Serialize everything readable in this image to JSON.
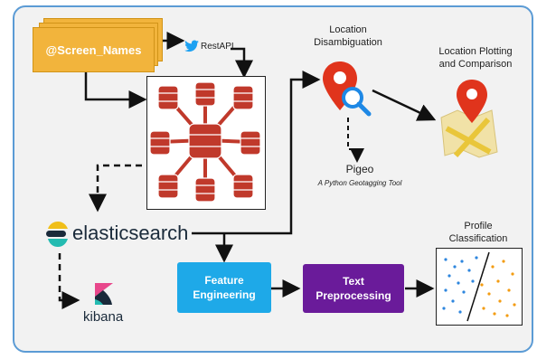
{
  "screen_names": "@Screen_Names",
  "restapi": "RestAPI",
  "location_disambiguation": "Location\nDisambiguation",
  "location_plotting": "Location Plotting\nand Comparison",
  "pigeo": "Pigeo",
  "pigeo_subtitle": "A Python Geotagging Tool",
  "elasticsearch": "elasticsearch",
  "kibana": "kibana",
  "feature_engineering": "Feature\nEngineering",
  "text_preprocessing": "Text\nPreprocessing",
  "profile_classification": "Profile\nClassification",
  "colors": {
    "frame_border": "#5b9bd5",
    "screen_names_note": "#f2b43c",
    "database": "#c0392b",
    "feature_engineering": "#1ea9e8",
    "text_preprocessing": "#6a1b9a",
    "twitter": "#1da1f2"
  }
}
